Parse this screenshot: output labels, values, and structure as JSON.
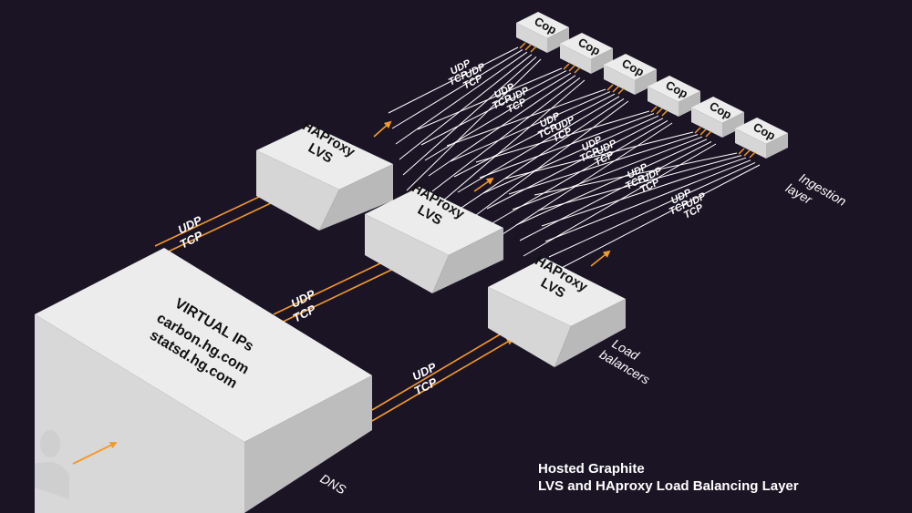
{
  "colors": {
    "background": "#1b1425",
    "box_top": "#ececec",
    "box_left": "#d6d6d6",
    "box_right": "#b9b9b9",
    "arrow": "#f39a2a",
    "line": "#ffffff",
    "label": "#ffffff",
    "box_text": "#111111"
  },
  "icons": {
    "user": "user-icon"
  },
  "dns": {
    "heading": "VIRTUAL IPs",
    "host1": "carbon.hg.com",
    "host2": "statsd.hg.com",
    "label": "DNS"
  },
  "balancers": [
    {
      "title1": "HAProxy",
      "title2": "LVS"
    },
    {
      "title1": "HAProxy",
      "title2": "LVS"
    },
    {
      "title1": "HAProxy",
      "title2": "LVS"
    }
  ],
  "balancers_label": {
    "line1": "Load",
    "line2": "balancers"
  },
  "cops": [
    "Cop",
    "Cop",
    "Cop",
    "Cop",
    "Cop",
    "Cop"
  ],
  "ingestion_label": {
    "line1": "Ingestion",
    "line2": "layer"
  },
  "protocols": {
    "udp": "UDP",
    "tcp": "TCP"
  },
  "caption": {
    "line1": "Hosted Graphite",
    "line2": "LVS and HAproxy Load Balancing Layer"
  }
}
